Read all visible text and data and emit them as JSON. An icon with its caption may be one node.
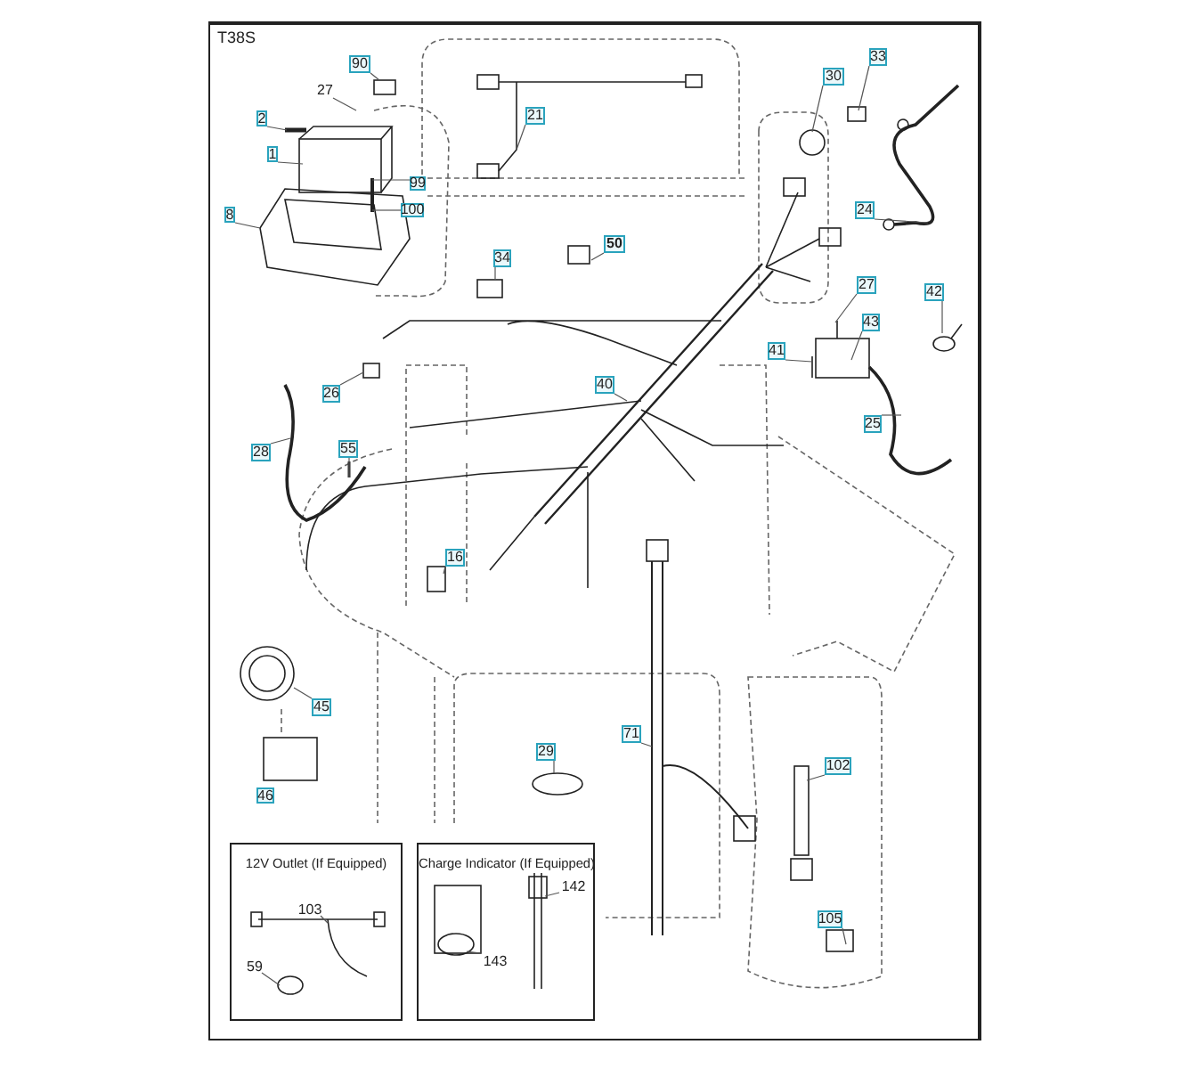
{
  "diagram": {
    "nodes": [
      {
        "text": [
          "90"
        ]
      },
      {
        "text": [
          "33"
        ]
      },
      {
        "text": [
          "30"
        ]
      },
      {
        "text": [
          "27"
        ]
      },
      {
        "text": [
          "2"
        ]
      },
      {
        "text": [
          "21"
        ]
      },
      {
        "text": [
          "1"
        ]
      },
      {
        "text": [
          "99"
        ]
      },
      {
        "text": [
          "100"
        ]
      },
      {
        "text": [
          "24"
        ]
      },
      {
        "text": [
          "8"
        ]
      },
      {
        "text": [
          "50"
        ]
      },
      {
        "text": [
          "34"
        ]
      },
      {
        "text": [
          "27"
        ]
      },
      {
        "text": [
          "42"
        ]
      },
      {
        "text": [
          "43"
        ]
      },
      {
        "text": [
          "41"
        ]
      },
      {
        "text": [
          "40"
        ]
      },
      {
        "text": [
          "26"
        ]
      },
      {
        "text": [
          "25"
        ]
      },
      {
        "text": [
          "28"
        ]
      },
      {
        "text": [
          "55"
        ]
      },
      {
        "text": [
          "16"
        ]
      },
      {
        "text": [
          "45"
        ]
      },
      {
        "text": [
          "71"
        ]
      },
      {
        "text": [
          "29"
        ]
      },
      {
        "text": [
          "102"
        ]
      },
      {
        "text": [
          "46"
        ]
      },
      {
        "text": [
          "12V Outlet (If Equipped)"
        ]
      },
      {
        "text": [
          "103"
        ],
        "in": 28
      },
      {
        "text": [
          "59"
        ],
        "in": 28
      },
      {
        "text": [
          "Charge Indicator (If Equipped)"
        ]
      },
      {
        "text": [
          "142"
        ],
        "in": 31
      },
      {
        "text": [
          "143"
        ],
        "in": 31
      },
      {
        "text": [
          "105"
        ]
      }
    ],
    "edges": [
      {
        "from": 0,
        "to": null,
        "arrow": "none"
      },
      {
        "from": 1,
        "to": null,
        "arrow": "none"
      },
      {
        "from": 2,
        "to": null,
        "arrow": "none"
      },
      {
        "from": 3,
        "to": null,
        "arrow": "none"
      },
      {
        "from": 4,
        "to": null,
        "arrow": "none"
      },
      {
        "from": 5,
        "to": null,
        "arrow": "none"
      },
      {
        "from": 6,
        "to": null,
        "arrow": "none"
      },
      {
        "from": 7,
        "to": null,
        "arrow": "none"
      },
      {
        "from": 8,
        "to": null,
        "arrow": "none"
      },
      {
        "from": 9,
        "to": null,
        "arrow": "none"
      },
      {
        "from": 10,
        "to": null,
        "arrow": "none"
      },
      {
        "from": 11,
        "to": null,
        "arrow": "none"
      },
      {
        "from": 12,
        "to": null,
        "arrow": "none"
      },
      {
        "from": 13,
        "to": null,
        "arrow": "none"
      },
      {
        "from": 14,
        "to": null,
        "arrow": "none"
      },
      {
        "from": 15,
        "to": null,
        "arrow": "none"
      },
      {
        "from": 16,
        "to": null,
        "arrow": "none"
      },
      {
        "from": 17,
        "to": null,
        "arrow": "none"
      },
      {
        "from": 18,
        "to": null,
        "arrow": "none"
      },
      {
        "from": 19,
        "to": null,
        "arrow": "none"
      },
      {
        "from": 20,
        "to": null,
        "arrow": "none"
      },
      {
        "from": 21,
        "to": null,
        "arrow": "none"
      },
      {
        "from": 22,
        "to": null,
        "arrow": "none"
      },
      {
        "from": 23,
        "to": null,
        "arrow": "none"
      },
      {
        "from": 24,
        "to": null,
        "arrow": "none"
      },
      {
        "from": 25,
        "to": null,
        "arrow": "none"
      },
      {
        "from": 26,
        "to": null,
        "arrow": "none"
      },
      {
        "from": 29,
        "to": null,
        "arrow": "none"
      },
      {
        "from": 30,
        "to": null,
        "arrow": "none"
      },
      {
        "from": 32,
        "to": null,
        "arrow": "none"
      },
      {
        "from": 33,
        "to": null,
        "arrow": "none"
      },
      {
        "from": 34,
        "to": null,
        "arrow": "none"
      }
    ],
    "labels": [
      "T38S"
    ]
  }
}
